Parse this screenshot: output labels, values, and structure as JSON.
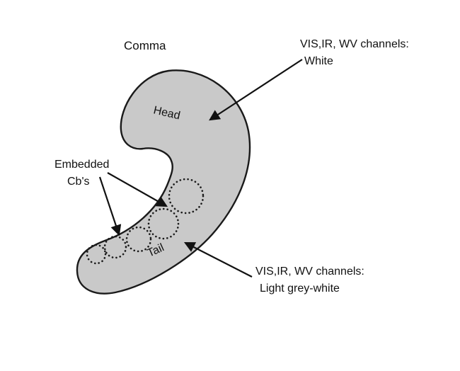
{
  "diagram": {
    "title": "Comma",
    "shape": {
      "head_label": "Head",
      "tail_label": "Tail"
    },
    "annotations": {
      "cbs_line1": "Embedded",
      "cbs_line2": "Cb's",
      "head_channels_line1": "VIS,IR, WV channels:",
      "head_channels_line2": "White",
      "tail_channels_line1": "VIS,IR, WV channels:",
      "tail_channels_line2": "Light grey-white"
    },
    "colors": {
      "fill": "#c9c9c9",
      "stroke": "#1a1a1a",
      "background": "#ffffff"
    },
    "embedded_cb_count": 5
  }
}
